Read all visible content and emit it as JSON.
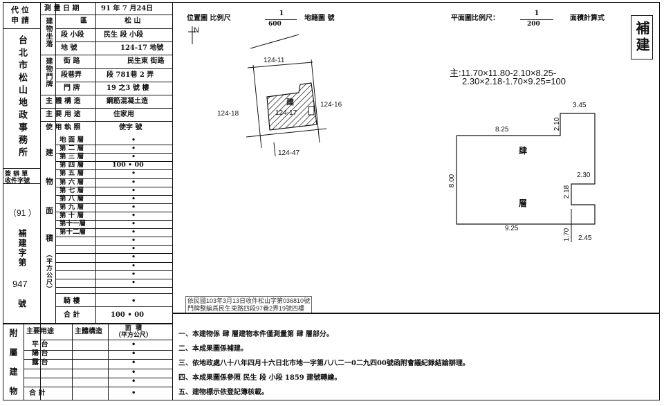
{
  "header": {
    "applicant_label": "代 位\n申 請",
    "measure_date_label": "測 量 日 期",
    "measure_date_value": "91 年 7 月24日",
    "office_name": "台北市松山地政事務所"
  },
  "location": {
    "section_label": "建物坐落",
    "district_label": "區",
    "district_value": "松 山",
    "segment_label": "段 小段",
    "segment_value": "民生 段 小段",
    "lot_label": "地 號",
    "lot_value": "124-17 地號",
    "door_section_label": "建物門牌",
    "street_label": "街 路",
    "street_value": "民生東 街路",
    "lane_label": "段巷弄",
    "lane_value": "段 781巷 2 弄",
    "door_label": "門 牌",
    "door_value": "19 之3 號  樓"
  },
  "structure": {
    "main_structure_label": "主 體 構 造",
    "main_structure_value": "鋼筋混凝土造",
    "main_use_label": "主 要 用 途",
    "main_use_value": "住家用",
    "license_label": "使 用 執 照",
    "license_value": "使字       號"
  },
  "areas": {
    "group_labels": [
      "建",
      "物",
      "面",
      "積"
    ],
    "unit_label": "（平方公尺）",
    "floors": [
      {
        "label": "地 面 層",
        "value": "•"
      },
      {
        "label": "第 二 層",
        "value": "•"
      },
      {
        "label": "第 三 層",
        "value": "•"
      },
      {
        "label": "第 四 層",
        "value": "100 • 00"
      },
      {
        "label": "第 五 層",
        "value": "•"
      },
      {
        "label": "第 六 層",
        "value": "•"
      },
      {
        "label": "第 七 層",
        "value": "•"
      },
      {
        "label": "第 八 層",
        "value": "•"
      },
      {
        "label": "第 九 層",
        "value": "•"
      },
      {
        "label": "第 十 層",
        "value": "•"
      },
      {
        "label": "第十一層",
        "value": "•"
      },
      {
        "label": "第十二層",
        "value": "•"
      },
      {
        "label": "",
        "value": "•"
      },
      {
        "label": "",
        "value": "•"
      },
      {
        "label": "",
        "value": "•"
      },
      {
        "label": "",
        "value": "•"
      },
      {
        "label": "",
        "value": "•"
      },
      {
        "label": "",
        "value": "•"
      }
    ],
    "stair_label": "騎  樓",
    "stair_value": "•",
    "total_label": "合  計",
    "total_value": "100 • 00"
  },
  "case": {
    "approval_label": "簽 辦 單\n收件字號",
    "year": "（91 ）",
    "prefix": "補建字第",
    "number": "947",
    "suffix": "號"
  },
  "annex": {
    "group_label": "附屬建物",
    "col_use": "主要用途",
    "col_struct": "主體構造",
    "col_area": "面  積\n（平方公尺）",
    "rows": [
      {
        "use": "平  台",
        "area": "•"
      },
      {
        "use": "陽  台",
        "area": "•"
      },
      {
        "use": "露  台",
        "area": "•"
      },
      {
        "use": "",
        "area": "•"
      },
      {
        "use": "",
        "area": "•"
      }
    ],
    "total_label": "合  計",
    "total_value": "•"
  },
  "map": {
    "location_label": "位置圖  比例尺",
    "scale_num": "1",
    "scale_den": "600",
    "land_map_label": "地籍圖       號",
    "north": "N",
    "lots": [
      "124-11",
      "124-16",
      "124-18",
      "124-47",
      "124-17"
    ],
    "building_mark": "建"
  },
  "plan": {
    "label": "平面圖比例尺：",
    "scale_num": "1",
    "scale_den": "200",
    "area_calc_label": "面積計算式",
    "formula_line1": "主:11.70×11.80-2.10×8.25-",
    "formula_line2": "2.30×2.18-1.70×9.25=100",
    "dims": [
      "3.45",
      "2.10",
      "8.25",
      "8.00",
      "2.30",
      "2.18",
      "9.25",
      "1.70",
      "2.45"
    ],
    "floor_char1": "肆",
    "floor_char2": "層"
  },
  "stamp": "補建",
  "side_note": {
    "line1": "依民國103年3月13日收件松山字第036810號",
    "line2": "門牌整編爲民生東路四段97巷2弄19號四樓"
  },
  "notes": [
    "一、本建物係  肆  層建物本件僅測量第  肆  層部分。",
    "二、本成果圖係補建。",
    "三、依地政處八十八年四月十六日北市地一字第八八二一0二九四00號函附會議紀錄結論辦理。",
    "四、本成果圖係參照 民生 段     小段 1859  建號轉繪。",
    "五、建物標示依登記簿核載。"
  ]
}
